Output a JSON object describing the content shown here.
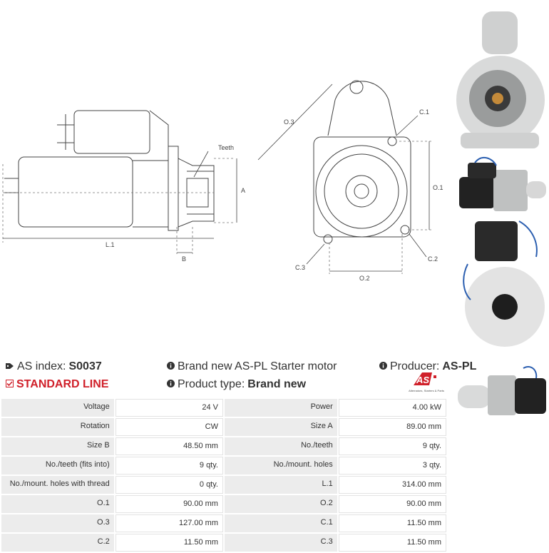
{
  "drawing": {
    "labels": {
      "teeth": "Teeth",
      "a": "A",
      "l1": "L.1",
      "b": "B",
      "o3": "O.3",
      "c1": "C.1",
      "o1": "O.1",
      "c2": "C.2",
      "c3": "C.3",
      "o2": "O.2"
    }
  },
  "header": {
    "as_index_label": "AS index:",
    "as_index_value": "S0037",
    "line_label": "STANDARD LINE",
    "description": "Brand new AS-PL Starter motor",
    "product_type_label": "Product type:",
    "product_type_value": "Brand new",
    "producer_label": "Producer:",
    "producer_value": "AS-PL",
    "logo_text": "AS",
    "logo_tagline": "Alternators, Starters & Parts",
    "accent_color": "#d0202a"
  },
  "specs": [
    {
      "l1": "Voltage",
      "v1": "24 V",
      "l2": "Power",
      "v2": "4.00 kW"
    },
    {
      "l1": "Rotation",
      "v1": "CW",
      "l2": "Size A",
      "v2": "89.00 mm"
    },
    {
      "l1": "Size B",
      "v1": "48.50 mm",
      "l2": "No./teeth",
      "v2": "9 qty."
    },
    {
      "l1": "No./teeth (fits into)",
      "v1": "9 qty.",
      "l2": "No./mount. holes",
      "v2": "3 qty."
    },
    {
      "l1": "No./mount. holes with thread",
      "v1": "0 qty.",
      "l2": "L.1",
      "v2": "314.00 mm"
    },
    {
      "l1": "O.1",
      "v1": "90.00 mm",
      "l2": "O.2",
      "v2": "90.00 mm"
    },
    {
      "l1": "O.3",
      "v1": "127.00 mm",
      "l2": "C.1",
      "v2": "11.50 mm"
    },
    {
      "l1": "C.2",
      "v1": "11.50 mm",
      "l2": "C.3",
      "v2": "11.50 mm"
    }
  ]
}
